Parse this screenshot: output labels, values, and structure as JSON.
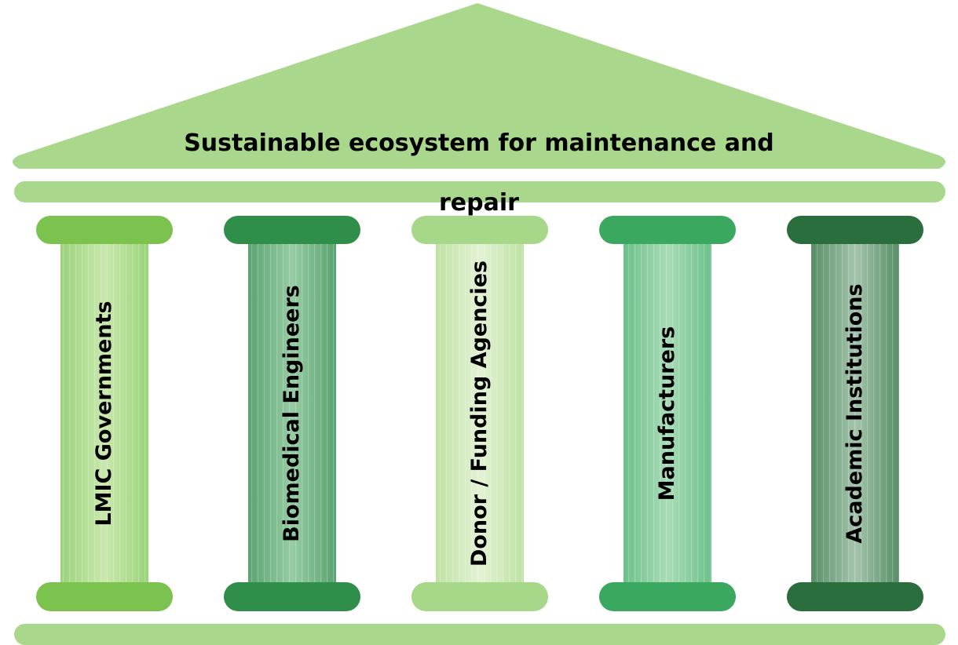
{
  "roof": {
    "title_lines": [
      "Sustainable ecosystem for maintenance and",
      "repair"
    ]
  },
  "pillars": [
    {
      "label": "LMIC Governments",
      "color": "#7cc24e",
      "shaft_light": "#c9e8ae",
      "shaft_dark": "#9bd37a"
    },
    {
      "label": "Biomedical Engineers",
      "color": "#2f8f4a",
      "shaft_light": "#97cca4",
      "shaft_dark": "#5aa370"
    },
    {
      "label": "Donor / Funding Agencies",
      "color": "#a7d88a",
      "shaft_light": "#e3f2d4",
      "shaft_dark": "#bfe2a5"
    },
    {
      "label": "Manufacturers",
      "color": "#3aa85e",
      "shaft_light": "#a9dcb7",
      "shaft_dark": "#6cc08a"
    },
    {
      "label": "Academic Institutions",
      "color": "#2b6e3e",
      "shaft_light": "#a4c4ac",
      "shaft_dark": "#578e66"
    }
  ],
  "colors": {
    "roof": "#a9d88d",
    "beam": "#a9d88d",
    "base": "#a9d88d"
  }
}
